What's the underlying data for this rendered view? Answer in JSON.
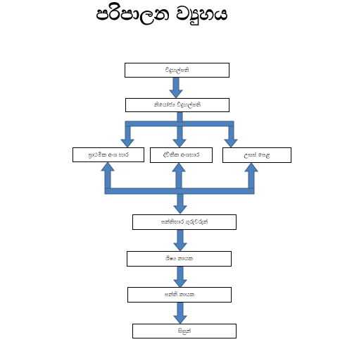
{
  "title": "පරිපාලන ව්‍යුහය",
  "nodes": {
    "principal": "විදුහල්පති",
    "deputy_principal": "නියෝජ්‍ය විදුහල්පති",
    "primary_section_head": "ප්‍රාථමික අංශ භාර",
    "secondary_section_head": "ද්විතීක අංශභාර",
    "upper_grade": "උසස් පෙළ",
    "class_teachers": "පන්තිභාර ගුරුවරුන්",
    "student_leader": "ශිෂ්‍ය නායක",
    "class_leader": "පන්ති නායක",
    "students": "සිසුන්"
  },
  "colors": {
    "arrow_fill": "#4f81bd",
    "arrow_stroke": "#385d8a",
    "box_border": "#000000"
  }
}
